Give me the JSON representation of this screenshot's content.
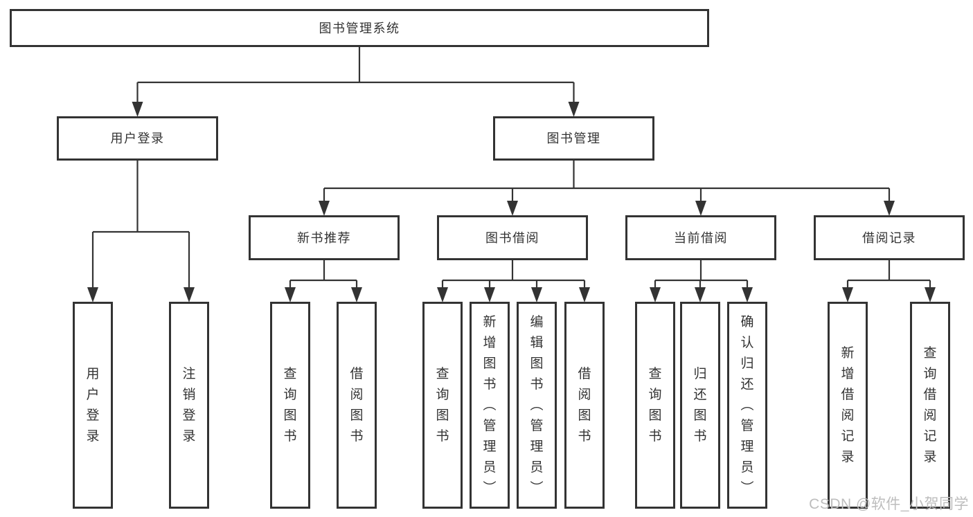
{
  "diagram_title": "图书管理系统",
  "nodes": [
    {
      "id": "root",
      "label": "图书管理系统",
      "parent": null
    },
    {
      "id": "user-login",
      "label": "用户登录",
      "parent": "root"
    },
    {
      "id": "book-mgmt",
      "label": "图书管理",
      "parent": "root"
    },
    {
      "id": "new-book-rec",
      "label": "新书推荐",
      "parent": "book-mgmt"
    },
    {
      "id": "book-borrow",
      "label": "图书借阅",
      "parent": "book-mgmt"
    },
    {
      "id": "current-borrow",
      "label": "当前借阅",
      "parent": "book-mgmt"
    },
    {
      "id": "borrow-records",
      "label": "借阅记录",
      "parent": "book-mgmt"
    },
    {
      "id": "leaf-user-login",
      "label": "用户登录",
      "parent": "user-login"
    },
    {
      "id": "leaf-logout",
      "label": "注销登录",
      "parent": "user-login"
    },
    {
      "id": "leaf-query-book-1",
      "label": "查询图书",
      "parent": "new-book-rec"
    },
    {
      "id": "leaf-borrow-book-1",
      "label": "借阅图书",
      "parent": "new-book-rec"
    },
    {
      "id": "leaf-query-book-2",
      "label": "查询图书",
      "parent": "book-borrow"
    },
    {
      "id": "leaf-add-book",
      "label": "新增图书（管理员）",
      "parent": "book-borrow"
    },
    {
      "id": "leaf-edit-book",
      "label": "编辑图书（管理员）",
      "parent": "book-borrow"
    },
    {
      "id": "leaf-borrow-book-2",
      "label": "借阅图书",
      "parent": "book-borrow"
    },
    {
      "id": "leaf-query-book-3",
      "label": "查询图书",
      "parent": "current-borrow"
    },
    {
      "id": "leaf-return-book",
      "label": "归还图书",
      "parent": "current-borrow"
    },
    {
      "id": "leaf-confirm-return",
      "label": "确认归还（管理员）",
      "parent": "current-borrow"
    },
    {
      "id": "leaf-add-record",
      "label": "新增借阅记录",
      "parent": "borrow-records"
    },
    {
      "id": "leaf-query-record",
      "label": "查询借阅记录",
      "parent": "borrow-records"
    }
  ],
  "colors": {
    "line": "#333333",
    "box_border": "#333333",
    "box_fill": "#ffffff",
    "text": "#333333",
    "watermark": "#bdbdbd"
  },
  "watermark": {
    "text": "CSDN @软件_小贺同学"
  }
}
